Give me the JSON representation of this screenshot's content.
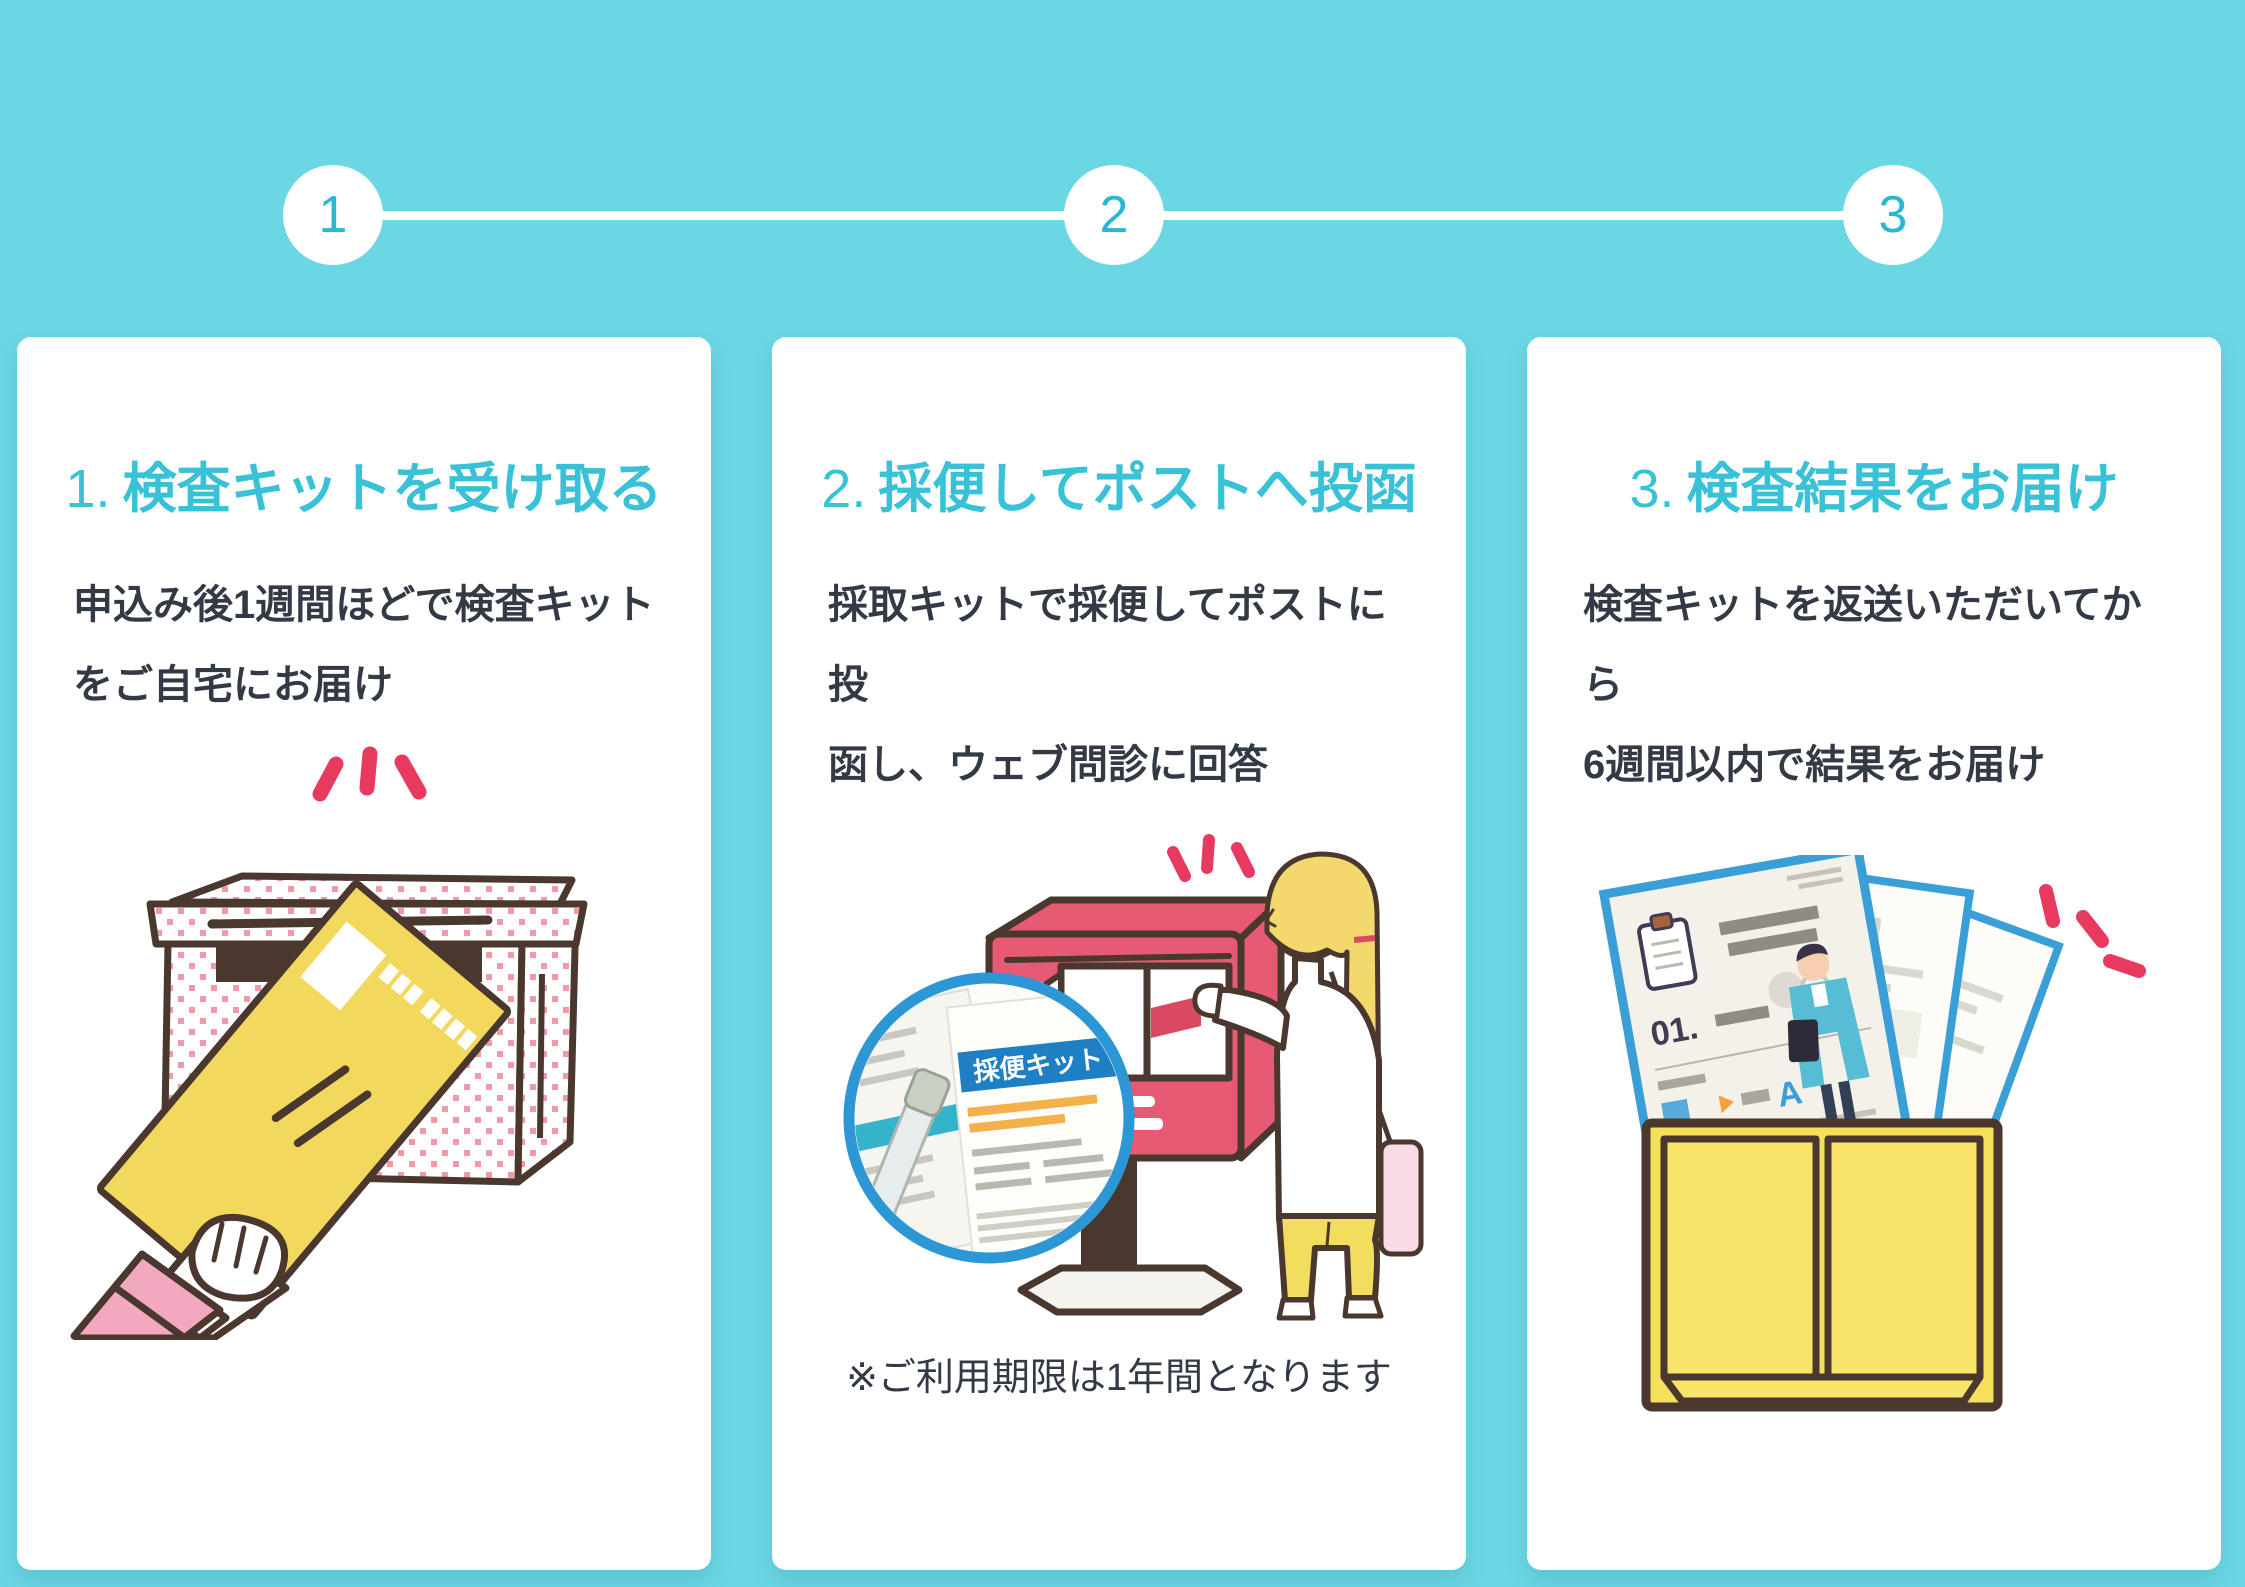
{
  "stepper": {
    "steps": [
      "1",
      "2",
      "3"
    ]
  },
  "cards": [
    {
      "title_prefix": "1.",
      "title": "検査キットを受け取る",
      "body": "申込み後1週間ほどで検査キット\nをご自宅にお届け",
      "illustration": "kit-delivery-box"
    },
    {
      "title_prefix": "2.",
      "title": "採便してポストへ投函",
      "body": "採取キットで採便してポストに投\n函し、ウェブ問診に回答",
      "note": "※ご利用期限は1年間となります",
      "inset_label": "採便キット",
      "illustration": "postbox-woman"
    },
    {
      "title_prefix": "3.",
      "title": "検査結果をお届け",
      "body": "検査キットを返送いただいてから\n6週間以内で結果をお届け",
      "report_number": "01.",
      "report_grade": "A",
      "illustration": "results-box"
    }
  ],
  "colors": {
    "background": "#6cd7e4",
    "card": "#ffffff",
    "title_cyan": "#39c1d7",
    "body_text": "#333a46",
    "stepper_number": "#29b7d2",
    "outline_brown": "#4a372e",
    "accent_red": "#e8395f",
    "postbox_red": "#e65a73",
    "envelope_yellow": "#f2d95e",
    "box_yellow": "#f5e05c",
    "sleeve_pink": "#f2a9bf",
    "hair_yellow": "#f3d96b",
    "inset_border_blue": "#2d96d4",
    "banner_blue": "#1f7fc4",
    "doc_border_blue": "#3a9fd6"
  }
}
